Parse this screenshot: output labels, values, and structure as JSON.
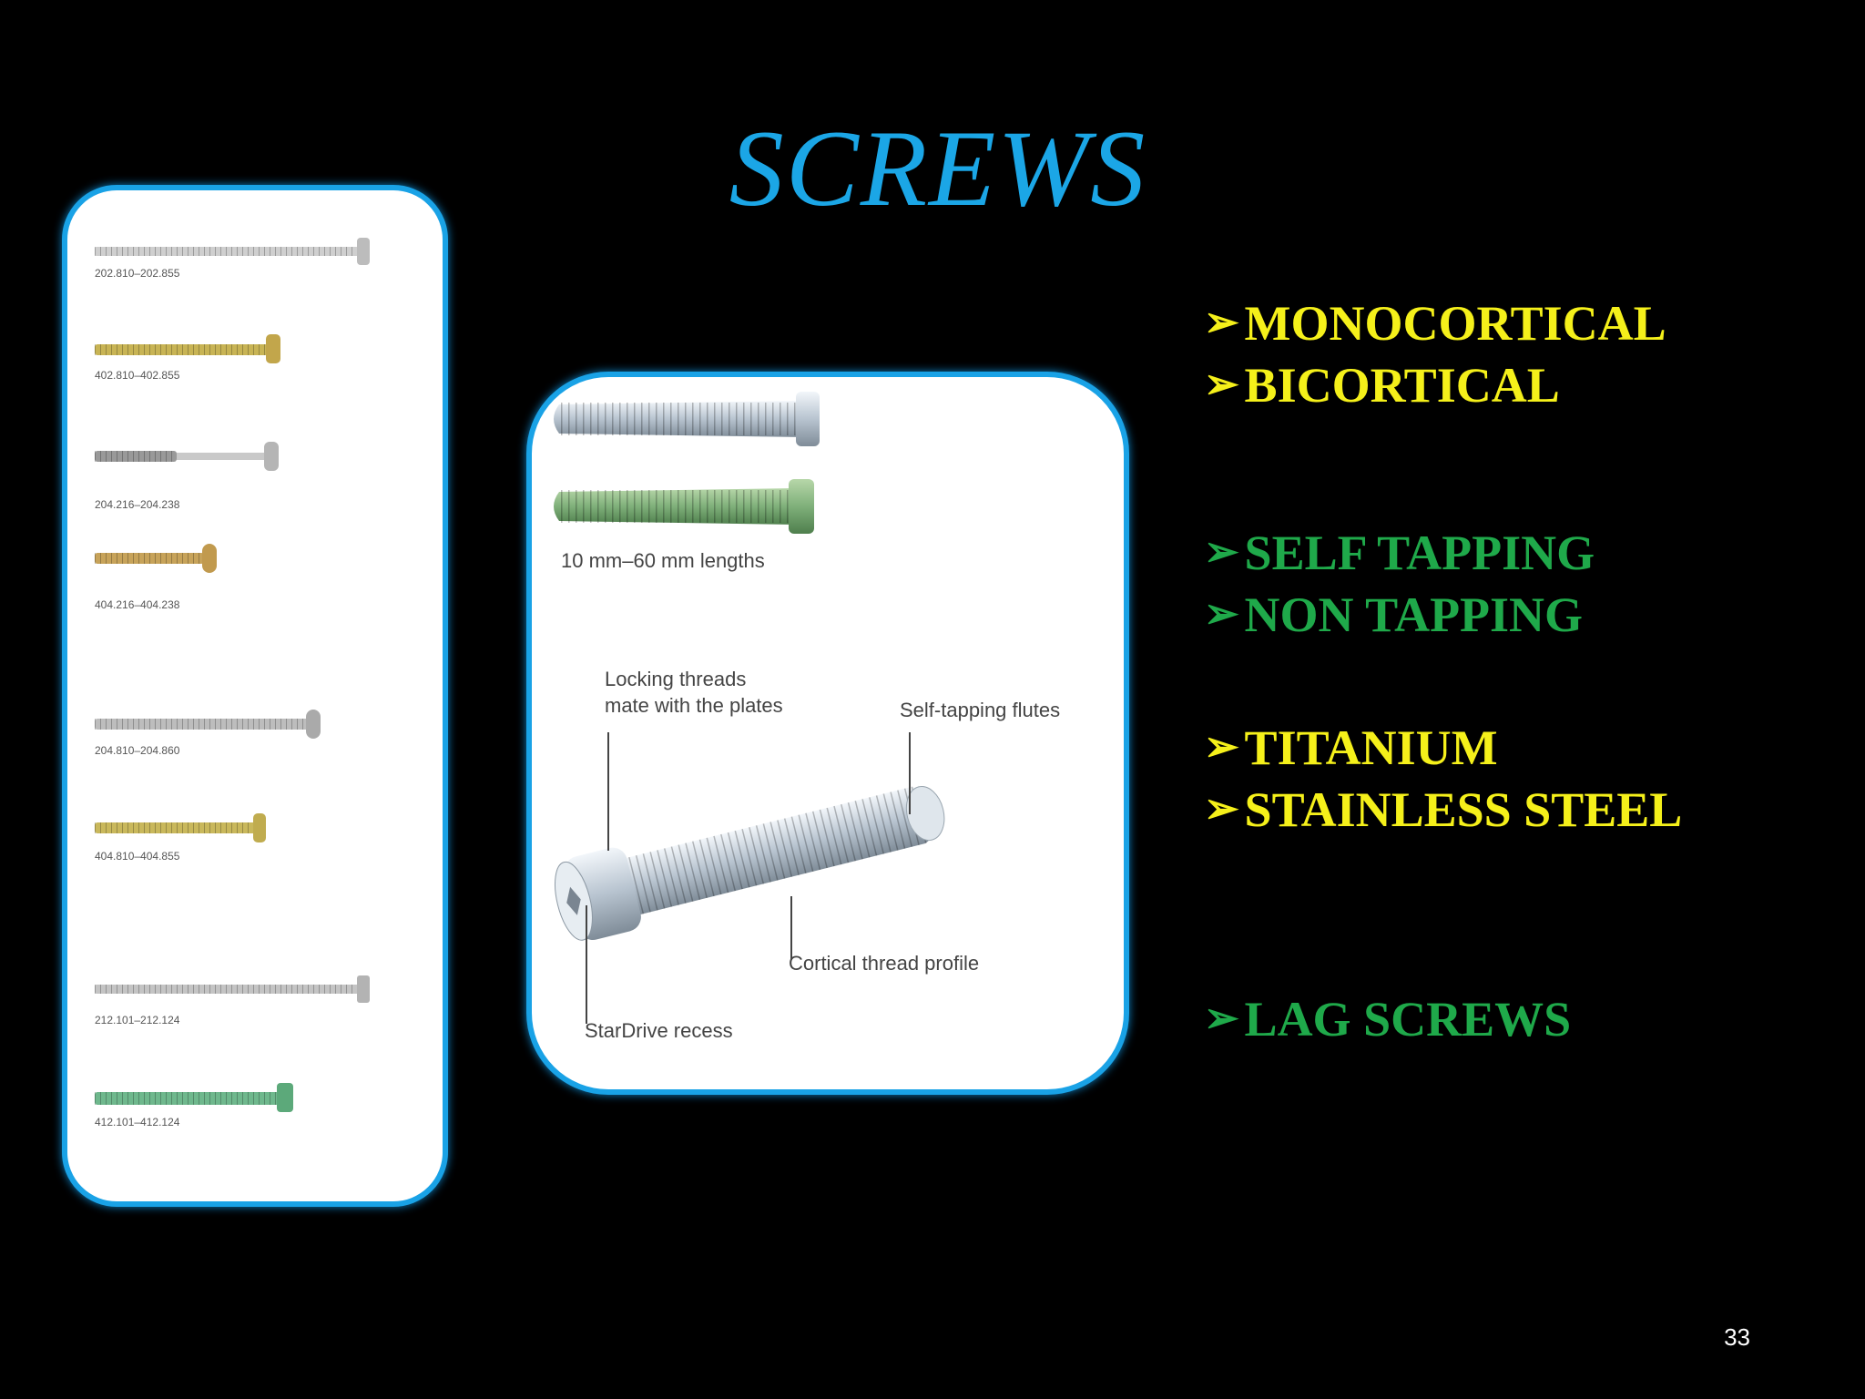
{
  "slide": {
    "title": "SCREWS",
    "page_number": "33"
  },
  "left_panel": {
    "screws": [
      {
        "code": "202.810–202.855",
        "color": "#c9c9c9"
      },
      {
        "code": "402.810–402.855",
        "color": "#c8b455"
      },
      {
        "code": "204.216–204.238",
        "color": "#b8b8b8"
      },
      {
        "code": "404.216–404.238",
        "color": "#c7a35a"
      },
      {
        "code": "204.810–204.860",
        "color": "#bdbdbd"
      },
      {
        "code": "404.810–404.855",
        "color": "#c9b85c"
      },
      {
        "code": "212.101–212.124",
        "color": "#c4c4c4"
      },
      {
        "code": "412.101–412.124",
        "color": "#6fb88d"
      }
    ]
  },
  "mid_panel": {
    "caption_lengths": "10 mm–60 mm lengths",
    "callout_locking_line1": "Locking threads",
    "callout_locking_line2": "mate with the plates",
    "callout_flutes": "Self-tapping flutes",
    "callout_cortical": "Cortical thread profile",
    "callout_stardrive": "StarDrive recess"
  },
  "bullets": [
    {
      "text": "MONOCORTICAL",
      "color": "#f5f01a"
    },
    {
      "text": "BICORTICAL",
      "color": "#f5f01a"
    },
    {
      "text": "SELF TAPPING",
      "color": "#1fa94a"
    },
    {
      "text": "NON TAPPING",
      "color": "#1fa94a"
    },
    {
      "text": "TITANIUM",
      "color": "#f5f01a"
    },
    {
      "text": "STAINLESS STEEL",
      "color": "#f5f01a"
    },
    {
      "text": "LAG SCREWS",
      "color": "#1fa94a"
    }
  ],
  "bullet_marker": "➢"
}
